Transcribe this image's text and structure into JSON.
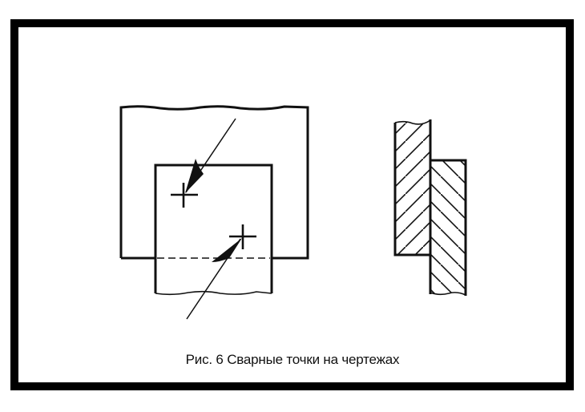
{
  "figure": {
    "caption": "Рис. 6 Сварные точки на чертежах",
    "figure_number": "6",
    "colors": {
      "frame": "#000000",
      "line": "#111111",
      "background": "#ffffff"
    }
  },
  "views": {
    "plan_view": {
      "label": "plan-view-of-overlapping-plates",
      "weld_points": 2,
      "elements": [
        "upper-plate",
        "lower-plate",
        "hidden-edge-dashed-line",
        "weld-point-cross-1",
        "weld-point-cross-2",
        "leader-arrow-1",
        "leader-arrow-2"
      ]
    },
    "section_view": {
      "label": "section-view-with-hatching",
      "elements": [
        "left-plate-section",
        "right-plate-section",
        "hatching"
      ]
    }
  }
}
